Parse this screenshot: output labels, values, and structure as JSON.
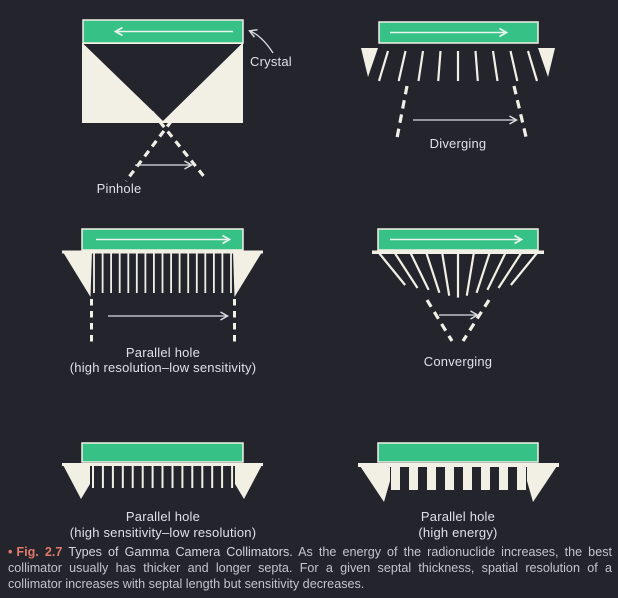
{
  "figure": {
    "type": "textbook-figure",
    "subject": "Types of Gamma Camera Collimators"
  },
  "colors": {
    "background": "#23242c",
    "crystal_green": "#36c287",
    "septa_cream": "#f2efe5",
    "label_text": "#dfe1e5",
    "caption_text": "#c3c5cb",
    "figure_accent": "#e0796b"
  },
  "diagrams": {
    "pinhole": {
      "label": "Pinhole",
      "crystal_label": "Crystal"
    },
    "diverging": {
      "label": "Diverging"
    },
    "parallel_high_res": {
      "label_line1": "Parallel hole",
      "label_line2": "(high resolution–low sensitivity)"
    },
    "converging": {
      "label": "Converging"
    },
    "parallel_high_sens": {
      "label_line1": "Parallel hole",
      "label_line2": "(high sensitivity–low resolution)"
    },
    "parallel_high_energy": {
      "label_line1": "Parallel hole",
      "label_line2": "(high energy)"
    }
  },
  "caption": {
    "bullet": "•",
    "fig_label": "Fig. 2.7",
    "title": "Types of Gamma Camera Collimators.",
    "body": "As the energy of the radionuclide increases, the best collimator usually has thicker and longer septa. For a given septal thickness, spatial resolution of a collimator increases with septal length but sensitivity decreases."
  }
}
